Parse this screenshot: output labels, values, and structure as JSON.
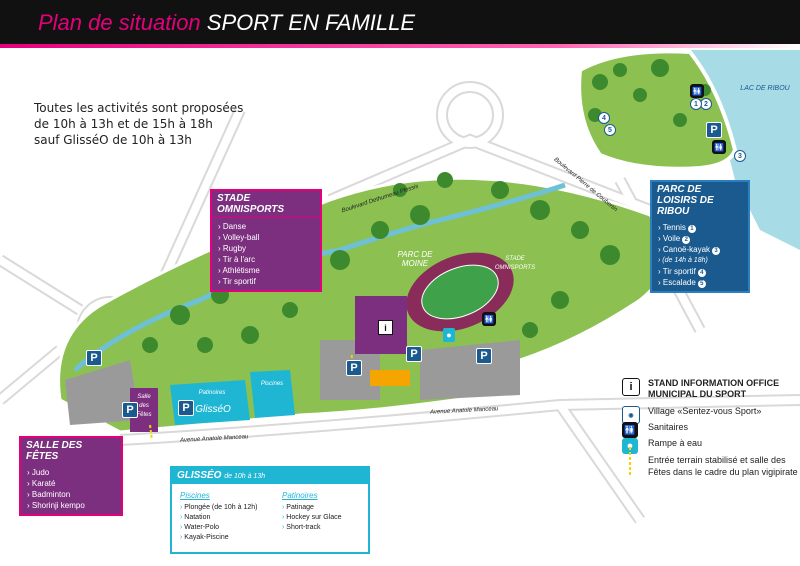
{
  "header": {
    "title_part1": "Plan de situation",
    "title_part2": "SPORT EN FAMILLE"
  },
  "hours": {
    "line1": "Toutes les activités sont proposées",
    "line2": "de 10h à 13h et de 15h à 18h",
    "line3": "sauf GlisséO de 10h à 13h"
  },
  "stade_box": {
    "title": "STADE OMNISPORTS",
    "items": [
      "Danse",
      "Volley-ball",
      "Rugby",
      "Tir à l'arc",
      "Athlétisme",
      "Tir sportif"
    ]
  },
  "salle_box": {
    "title": "SALLE DES FÊTES",
    "items": [
      "Judo",
      "Karaté",
      "Badminton",
      "Shorinji kempo"
    ]
  },
  "parc_box": {
    "title": "PARC DE LOISIRS DE RIBOU",
    "items": [
      {
        "label": "Tennis",
        "num": "1"
      },
      {
        "label": "Voile",
        "num": "2"
      },
      {
        "label": "Canoë-kayak",
        "num": "3"
      },
      {
        "label": "(de 14h à 18h)",
        "num": ""
      },
      {
        "label": "Tir sportif",
        "num": "4"
      },
      {
        "label": "Escalade",
        "num": "5"
      }
    ]
  },
  "glisseo_box": {
    "title": "GLISSÉO",
    "title_hours": "de 10h à 13h",
    "piscines_head": "Piscines",
    "piscines_items": [
      "Plongée (de 10h à 12h)",
      "Natation",
      "Water-Polo",
      "Kayak-Piscine"
    ],
    "patinoires_head": "Patinoires",
    "patinoires_items": [
      "Patinage",
      "Hockey sur Glace",
      "Short-track"
    ]
  },
  "legend": {
    "info_icon": "i",
    "info_text": "STAND INFORMATION OFFICE MUNICIPAL DU SPORT",
    "village_text": "Village «Sentez-vous Sport»",
    "sanitaires_text": "Sanitaires",
    "rampe_text": "Rampe à eau",
    "entree_text": "Entrée terrain stabilisé et salle des Fêtes dans le cadre du plan vigipirate"
  },
  "map_labels": {
    "lac": "LAC DE RIBOU",
    "parc_moine": "PARC DE MOINE",
    "stade_omni": "STADE OMNISPORTS",
    "salle_fetes": "Salle des Fêtes",
    "patinoires": "Patinoires",
    "piscines": "Piscines",
    "glisseo": "GlisséO",
    "road_deshumeau": "Boulevard Dethumeau Plessis",
    "road_coubertin": "Boulevard Pierre de Coubertin",
    "road_manceau1": "Avenue Anatole Manceau",
    "road_manceau2": "Avenue Anatole Manceau",
    "parking": "P",
    "wc": "🚻"
  },
  "colors": {
    "pink": "#e4007c",
    "purple": "#7b2f7e",
    "blue": "#1a5a8f",
    "cyan": "#1fb6d4",
    "grass": "#8cc152",
    "tree": "#3d8a2e"
  },
  "icons": [
    "info-icon",
    "village-logo-icon",
    "toilet-icon",
    "water-drop-icon",
    "entrance-dashed-icon",
    "parking-icon"
  ]
}
